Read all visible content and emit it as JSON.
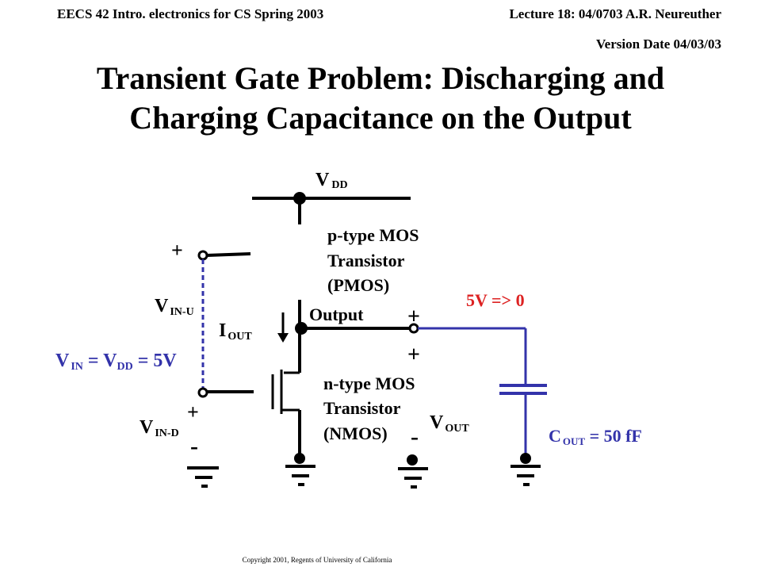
{
  "header": {
    "left": "EECS 42   Intro. electronics for CS Spring 2003",
    "right": "Lecture 18: 04/0703 A.R. Neureuther",
    "version": "Version Date 04/03/03"
  },
  "title": {
    "line1": "Transient Gate Problem: Discharging and",
    "line2": "Charging Capacitance on the Output"
  },
  "labels": {
    "vdd": {
      "main": "V",
      "sub": "DD"
    },
    "pmos": [
      "p-type MOS",
      "Transistor",
      "(PMOS)"
    ],
    "nmos": [
      "n-type MOS",
      "Transistor",
      "(NMOS)"
    ],
    "output": "Output",
    "iout": {
      "main": "I",
      "sub": "OUT"
    },
    "vin_u": {
      "main": "V",
      "sub": "IN-U"
    },
    "vin_d": {
      "main": "V",
      "sub": "IN-D"
    },
    "vin_eq": {
      "v1": "V",
      "s1": "IN",
      "mid": " = V",
      "s2": "DD",
      "end": " = 5V"
    },
    "transition": "5V => 0",
    "vout": {
      "main": "V",
      "sub": "OUT"
    },
    "cout": {
      "main": "C",
      "sub": "OUT",
      "end": " = 50 fF"
    },
    "plus": "+",
    "minus": "-"
  },
  "colors": {
    "blue": "#3333aa",
    "red": "#dd2222",
    "black": "#000000"
  },
  "copyright": "Copyright 2001, Regents of University of California"
}
